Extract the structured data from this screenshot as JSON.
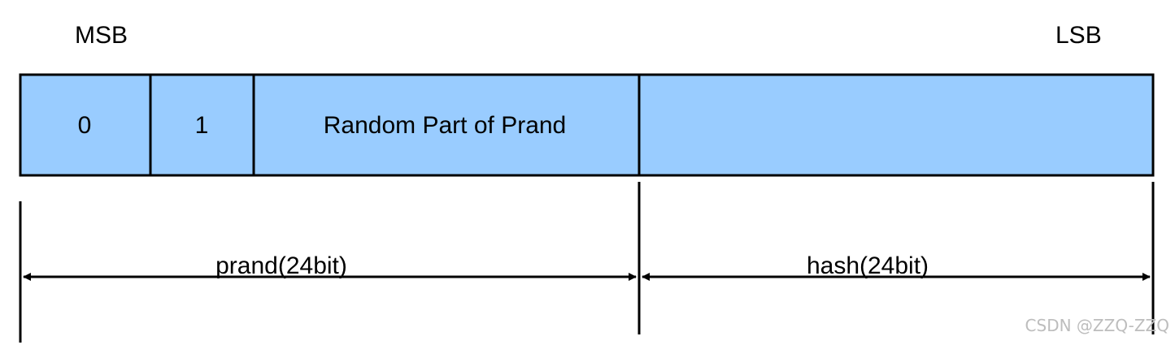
{
  "labels": {
    "msb": "MSB",
    "lsb": "LSB"
  },
  "fields": [
    {
      "name": "bit-0",
      "text": "0"
    },
    {
      "name": "bit-1",
      "text": "1"
    },
    {
      "name": "random-part",
      "text": "Random Part of Prand"
    },
    {
      "name": "hash-field",
      "text": ""
    }
  ],
  "spans": {
    "prand": "prand(24bit)",
    "hash": "hash(24bit)"
  },
  "watermark": "CSDN @ZZQ-ZZQ",
  "colors": {
    "field_fill": "#99CCFF",
    "stroke": "#000000",
    "watermark": "#BDBDBD"
  }
}
